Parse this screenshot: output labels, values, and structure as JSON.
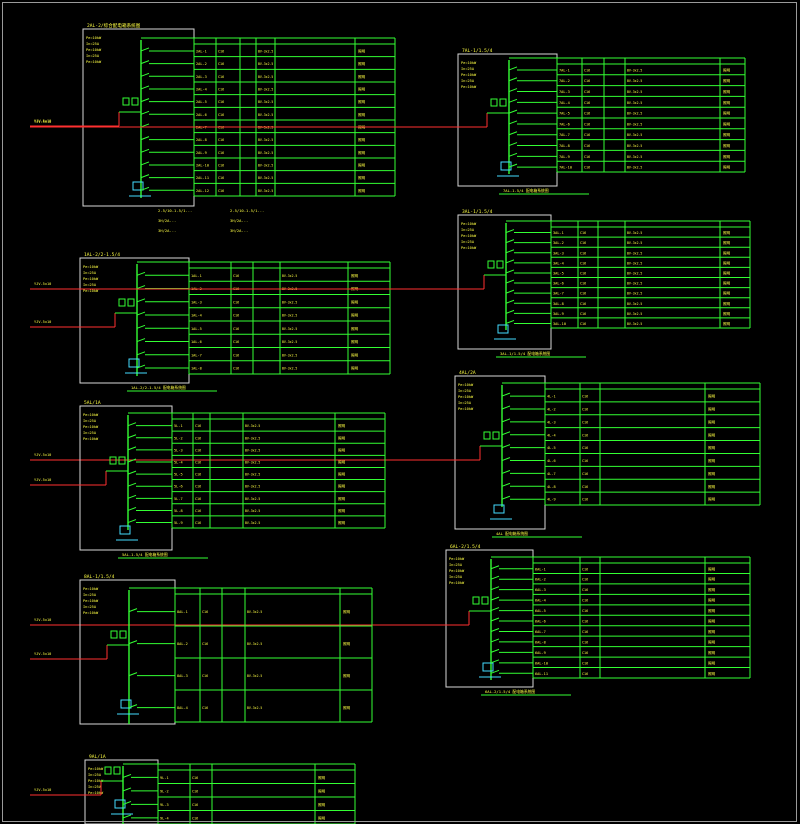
{
  "colors": {
    "background": "#000000",
    "bus": "#33ff33",
    "frame": "#d8d8d8",
    "label": "#ffff44",
    "feeder": "#ff3030",
    "aux": "#ff40ff",
    "device": "#44ddff"
  },
  "panels": [
    {
      "id": "p1",
      "title": "2AL-2/综合配电箱系统图",
      "rows": 12,
      "circuit_prefix": "2AL-",
      "caption": "",
      "notes": [
        "2.5/10-1.5/1...",
        "3H/2A...",
        "3H/2A..."
      ]
    },
    {
      "id": "p2",
      "title": "7AL-1/1.5/4",
      "rows": 10,
      "circuit_prefix": "7AL-",
      "caption": "7AL-1.5/4 配电箱系统图",
      "notes": []
    },
    {
      "id": "p3",
      "title": "1AL-2/2-1.5/4",
      "rows": 8,
      "circuit_prefix": "1AL-",
      "caption": "1AL-2/2-1.5/4 配电箱系统图",
      "notes": []
    },
    {
      "id": "p4",
      "title": "3AL-1/1.5/4",
      "rows": 10,
      "circuit_prefix": "3AL-",
      "caption": "3AL-1/1.5/4 配电箱系统图",
      "notes": []
    },
    {
      "id": "p5",
      "title": "4AL/2A",
      "rows": 9,
      "circuit_prefix": "4L-",
      "caption": "4AL 配电箱系统图",
      "notes": []
    },
    {
      "id": "p6",
      "title": "5AL/1A",
      "rows": 9,
      "circuit_prefix": "5L-",
      "caption": "5AL-1.5/4 配电箱系统图",
      "notes": []
    },
    {
      "id": "p7",
      "title": "6AL-2/1.5/4",
      "rows": 11,
      "circuit_prefix": "6AL-",
      "caption": "6AL-2/1.5/4 配电箱系统图",
      "notes": []
    },
    {
      "id": "p8",
      "title": "8AL-1/1.5/4",
      "rows": 4,
      "circuit_prefix": "8AL-",
      "caption": "",
      "notes": []
    },
    {
      "id": "p9",
      "title": "9AL/1A",
      "rows": 4,
      "circuit_prefix": "9L-",
      "caption": "",
      "notes": []
    }
  ]
}
